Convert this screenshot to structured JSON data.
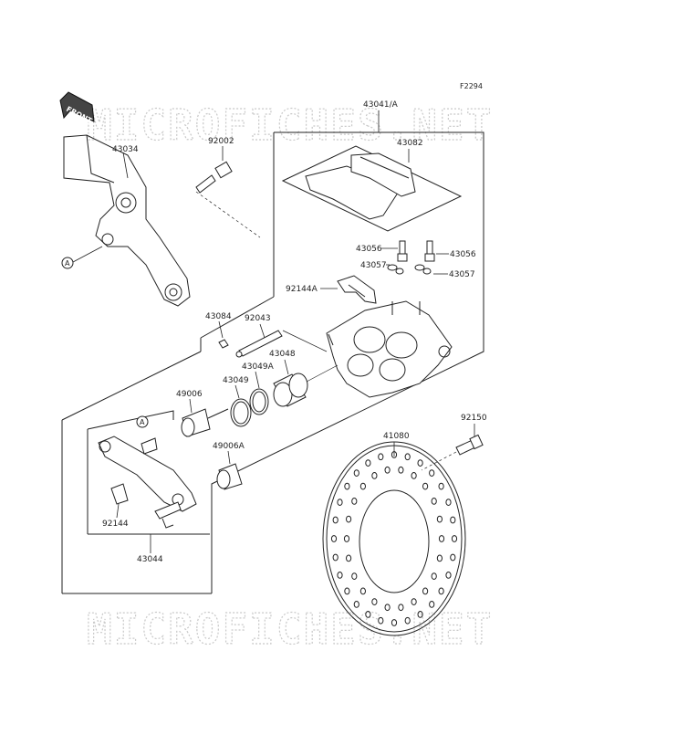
{
  "diagram": {
    "figure_code": "F2294",
    "front_label": "FRONT",
    "watermark": "MICROFICHES.NET",
    "ref_marker": "A",
    "parts": {
      "p43034": "43034",
      "p92002": "92002",
      "p43041A": "43041/A",
      "p43082": "43082",
      "p43056a": "43056",
      "p43056b": "43056",
      "p43057a": "43057",
      "p43057b": "43057",
      "p92144A": "92144A",
      "p43084": "43084",
      "p92043": "92043",
      "p43048": "43048",
      "p43049A": "43049A",
      "p43049": "43049",
      "p49006": "49006",
      "p49006A": "49006A",
      "p92150": "92150",
      "p41080": "41080",
      "p92144": "92144",
      "p43044": "43044"
    }
  }
}
